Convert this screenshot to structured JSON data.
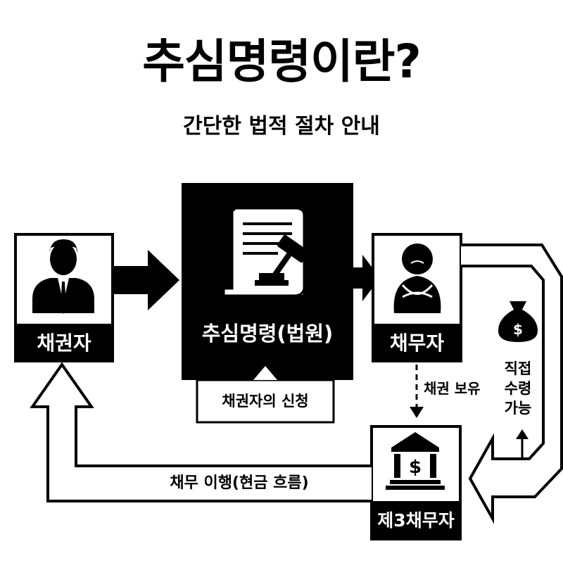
{
  "title": "추심명령이란?",
  "subtitle": "간단한 법적 절차 안내",
  "nodes": {
    "creditor": {
      "label": "채권자",
      "icon": "businessman-icon"
    },
    "court": {
      "label": "추심명령(법원)",
      "icon": "document-gavel-icon"
    },
    "court_note": {
      "label": "채권자의 신청"
    },
    "debtor": {
      "label": "채무자",
      "icon": "distressed-person-icon"
    },
    "third_debtor": {
      "label": "제3채무자",
      "icon": "bank-icon"
    }
  },
  "edges": {
    "claim": {
      "label": "채권 보유"
    },
    "direct": {
      "label_lines": [
        "직접",
        "수령",
        "가능"
      ],
      "icon": "money-bag-icon"
    },
    "payment": {
      "label": "채무 이행(현금 흐름)"
    }
  },
  "colors": {
    "fill": "#000000",
    "background": "#ffffff"
  }
}
